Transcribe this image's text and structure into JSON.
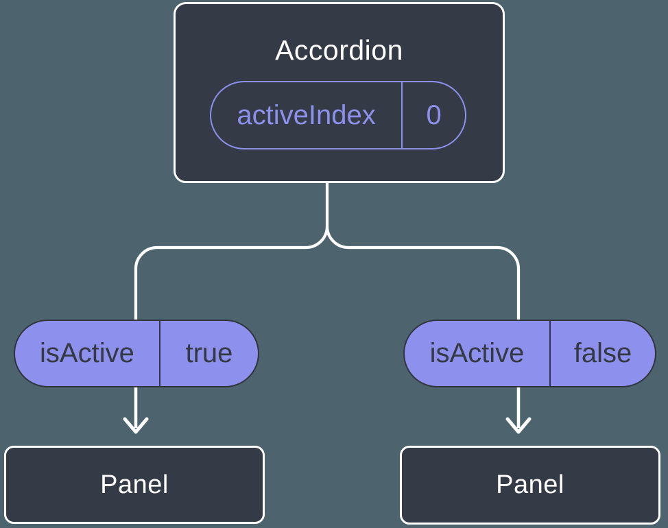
{
  "colors": {
    "background": "#4d646e",
    "node_fill": "#343a46",
    "node_border": "#ffffff",
    "title_text": "#ffffff",
    "accent_purple": "#8d90ec",
    "pill_fill": "#8d90ec",
    "pill_border": "#30363f",
    "pill_text": "#333a43",
    "connector": "#ffffff"
  },
  "tree": {
    "root": {
      "title": "Accordion",
      "state": {
        "name": "activeIndex",
        "value": "0"
      }
    },
    "children": [
      {
        "prop": {
          "name": "isActive",
          "value": "true"
        },
        "component": "Panel"
      },
      {
        "prop": {
          "name": "isActive",
          "value": "false"
        },
        "component": "Panel"
      }
    ]
  }
}
